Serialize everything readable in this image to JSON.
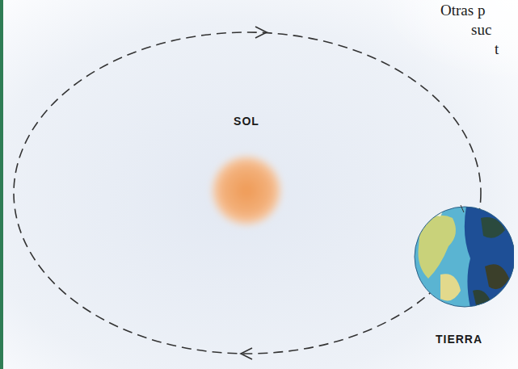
{
  "diagram": {
    "nodes": [
      {
        "text": [
          "SOL"
        ]
      },
      {
        "text": [
          "TIERRA"
        ]
      }
    ],
    "labels": [
      "Otras p",
      "suc",
      "t"
    ]
  }
}
